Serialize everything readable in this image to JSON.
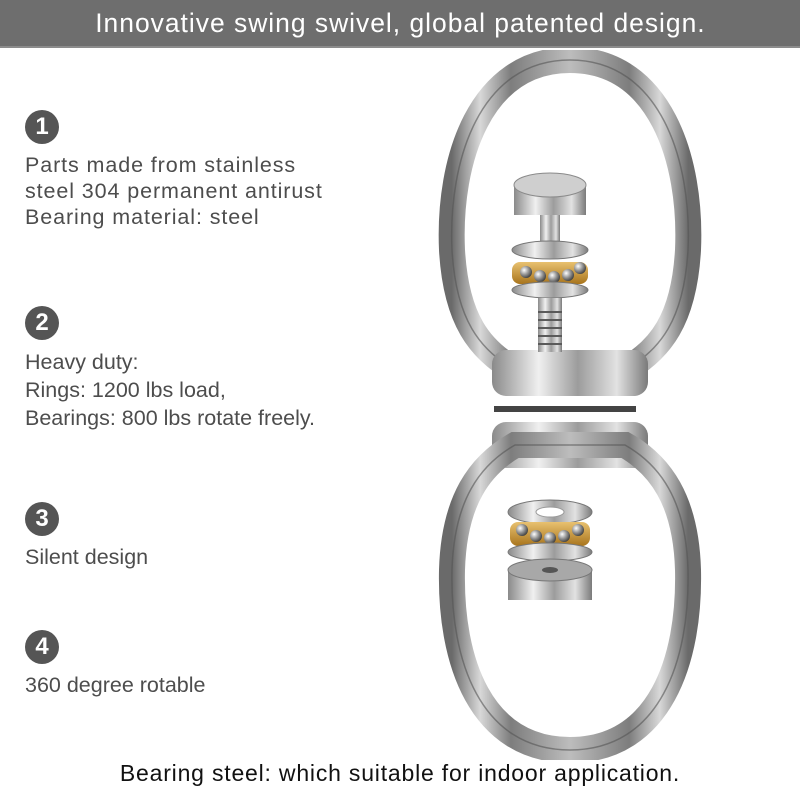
{
  "banner": {
    "title": "Innovative swing swivel, global patented design."
  },
  "features": [
    {
      "number": "1",
      "lines": [
        "Parts made from stainless",
        "steel 304 permanent antirust",
        "Bearing material: steel"
      ]
    },
    {
      "number": "2",
      "lines": [
        "Heavy duty:",
        "Rings: 1200 lbs load,",
        "Bearings: 800 lbs rotate freely."
      ]
    },
    {
      "number": "3",
      "lines": [
        "Silent design"
      ]
    },
    {
      "number": "4",
      "lines": [
        "360 degree rotable"
      ]
    }
  ],
  "footer": {
    "text": "Bearing steel: which suitable for indoor application."
  },
  "product_image": {
    "subject": "stainless steel swing swivel with two oval rings and thrust ball bearings",
    "colors": {
      "steel": "#9a9a9a",
      "steel_dark": "#5a5a5a",
      "steel_light": "#e6e6e6",
      "bearing_cage": "#c9962e",
      "divider": "#444444"
    }
  },
  "colors": {
    "banner_bg": "#6e6e6e",
    "badge_bg": "#555555",
    "feature_text": "#4d4d4d",
    "footer_text": "#111111"
  }
}
